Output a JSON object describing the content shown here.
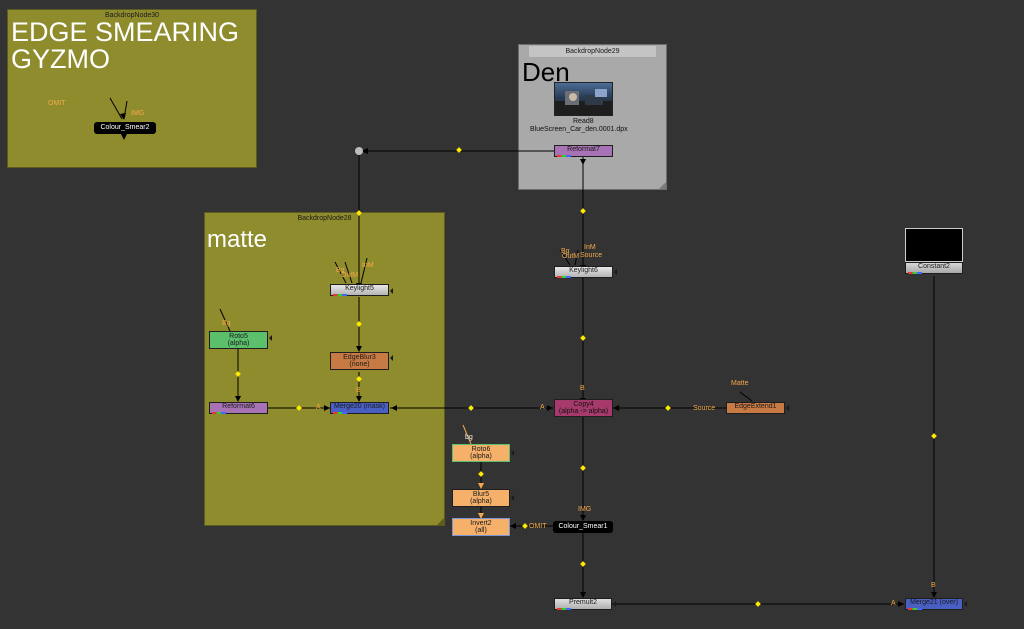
{
  "backdrops": {
    "bd30": {
      "name": "BackdropNode30",
      "title": "EDGE SMEARING\nGYZMO"
    },
    "bd29": {
      "name": "BackdropNode29",
      "title": "Den"
    },
    "bd28": {
      "name": "BackdropNode28",
      "title": "matte"
    }
  },
  "nodes": {
    "colour_smear2": "Colour_Smear2",
    "read8": "Read8",
    "read8_file": "BlueScreen_Car_den.0001.dpx",
    "reformat7": "Reformat7",
    "keylight6": "Keylight6",
    "keylight5": "Keylight5",
    "roto5": "Roto5",
    "roto5_sub": "(alpha)",
    "edgeblur3": "EdgeBlur3",
    "edgeblur3_sub": "(none)",
    "reformat6": "Reformat6",
    "merge20": "Merge20 (mask)",
    "copy4": "Copy4",
    "copy4_sub": "(alpha -> alpha)",
    "edgeextend1": "EdgeExtend1",
    "constant2": "Constant2",
    "roto6": "Roto6",
    "roto6_sub": "(alpha)",
    "blur5": "Blur5",
    "blur5_sub": "(alpha)",
    "invert2": "Invert2",
    "invert2_sub": "(all)",
    "colour_smear1": "Colour_Smear1",
    "premult2": "Premult2",
    "merge21": "Merge21 (over)"
  },
  "labels": {
    "omit_top": "OMIT",
    "img_top": "IMG",
    "bg_k6": "Bg",
    "outm_k6": "OutM",
    "inm_k6": "InM",
    "source_k6": "Source",
    "bg_k5": "Bg",
    "outm_k5": "OutM",
    "inm_k5": "InM",
    "bg_roto5": "Bg",
    "b_merge20": "B",
    "a_merge20": "A",
    "b_copy4": "B",
    "a_copy4": "A",
    "matte_ee": "Matte",
    "source_ee": "Source",
    "bg_roto6": "bg",
    "img_cs1": "IMG",
    "omit_cs1": "OMIT",
    "b_merge21": "B",
    "a_merge21": "A"
  },
  "colors": {
    "canvas": "#333333",
    "backdrop_olive": "#8f8c2e",
    "backdrop_gray": "#a9a9a9",
    "wire": "#000000",
    "wire_dot": "#ffeb00",
    "input_label": "#f3a947"
  },
  "icons": {
    "read8_thumbnail": "thumbnail-image",
    "wire_dot": "diamond-dot",
    "elbow": "elbow-dot"
  }
}
